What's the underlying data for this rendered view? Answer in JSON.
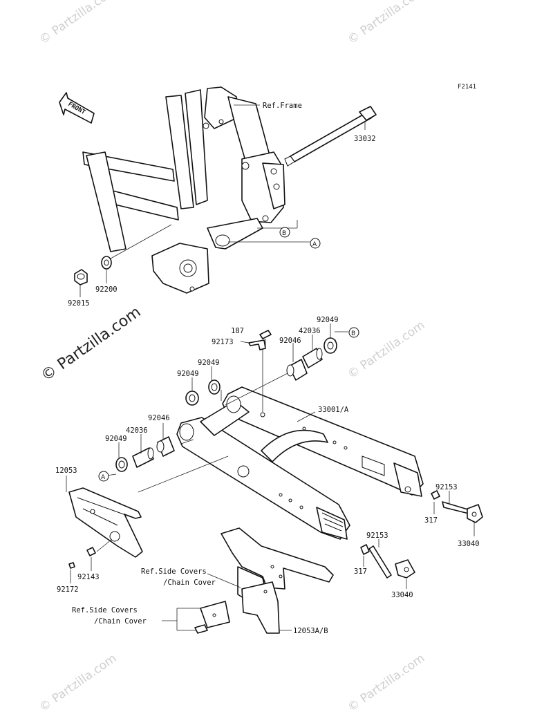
{
  "figure_code": "F2141",
  "front_arrow": "FRONT",
  "watermarks": {
    "small": "© Partzilla.com",
    "large": "© Partzilla.com"
  },
  "callouts": {
    "a": "A",
    "b": "B"
  },
  "labels": {
    "ref_frame": "Ref.Frame",
    "p33032": "33032",
    "p92015": "92015",
    "p92200": "92200",
    "p187": "187",
    "p92173": "92173",
    "p92049_top": "92049",
    "p42036_top": "42036",
    "p92046_top": "92046",
    "p92049_mid1": "92049",
    "p92049_mid2": "92049",
    "p33001": "33001/A",
    "p92046_low": "92046",
    "p42036_low": "42036",
    "p92049_low": "92049",
    "p12053": "12053",
    "p92153_a": "92153",
    "p317_a": "317",
    "p33040_a": "33040",
    "p92153_b": "92153",
    "p317_b": "317",
    "p33040_b": "33040",
    "p92143": "92143",
    "p92172": "92172",
    "ref_side_1a": "Ref.Side Covers",
    "ref_side_1b": "/Chain Cover",
    "ref_side_2a": "Ref.Side Covers",
    "ref_side_2b": "/Chain Cover",
    "p12053ab": "12053A/B"
  }
}
